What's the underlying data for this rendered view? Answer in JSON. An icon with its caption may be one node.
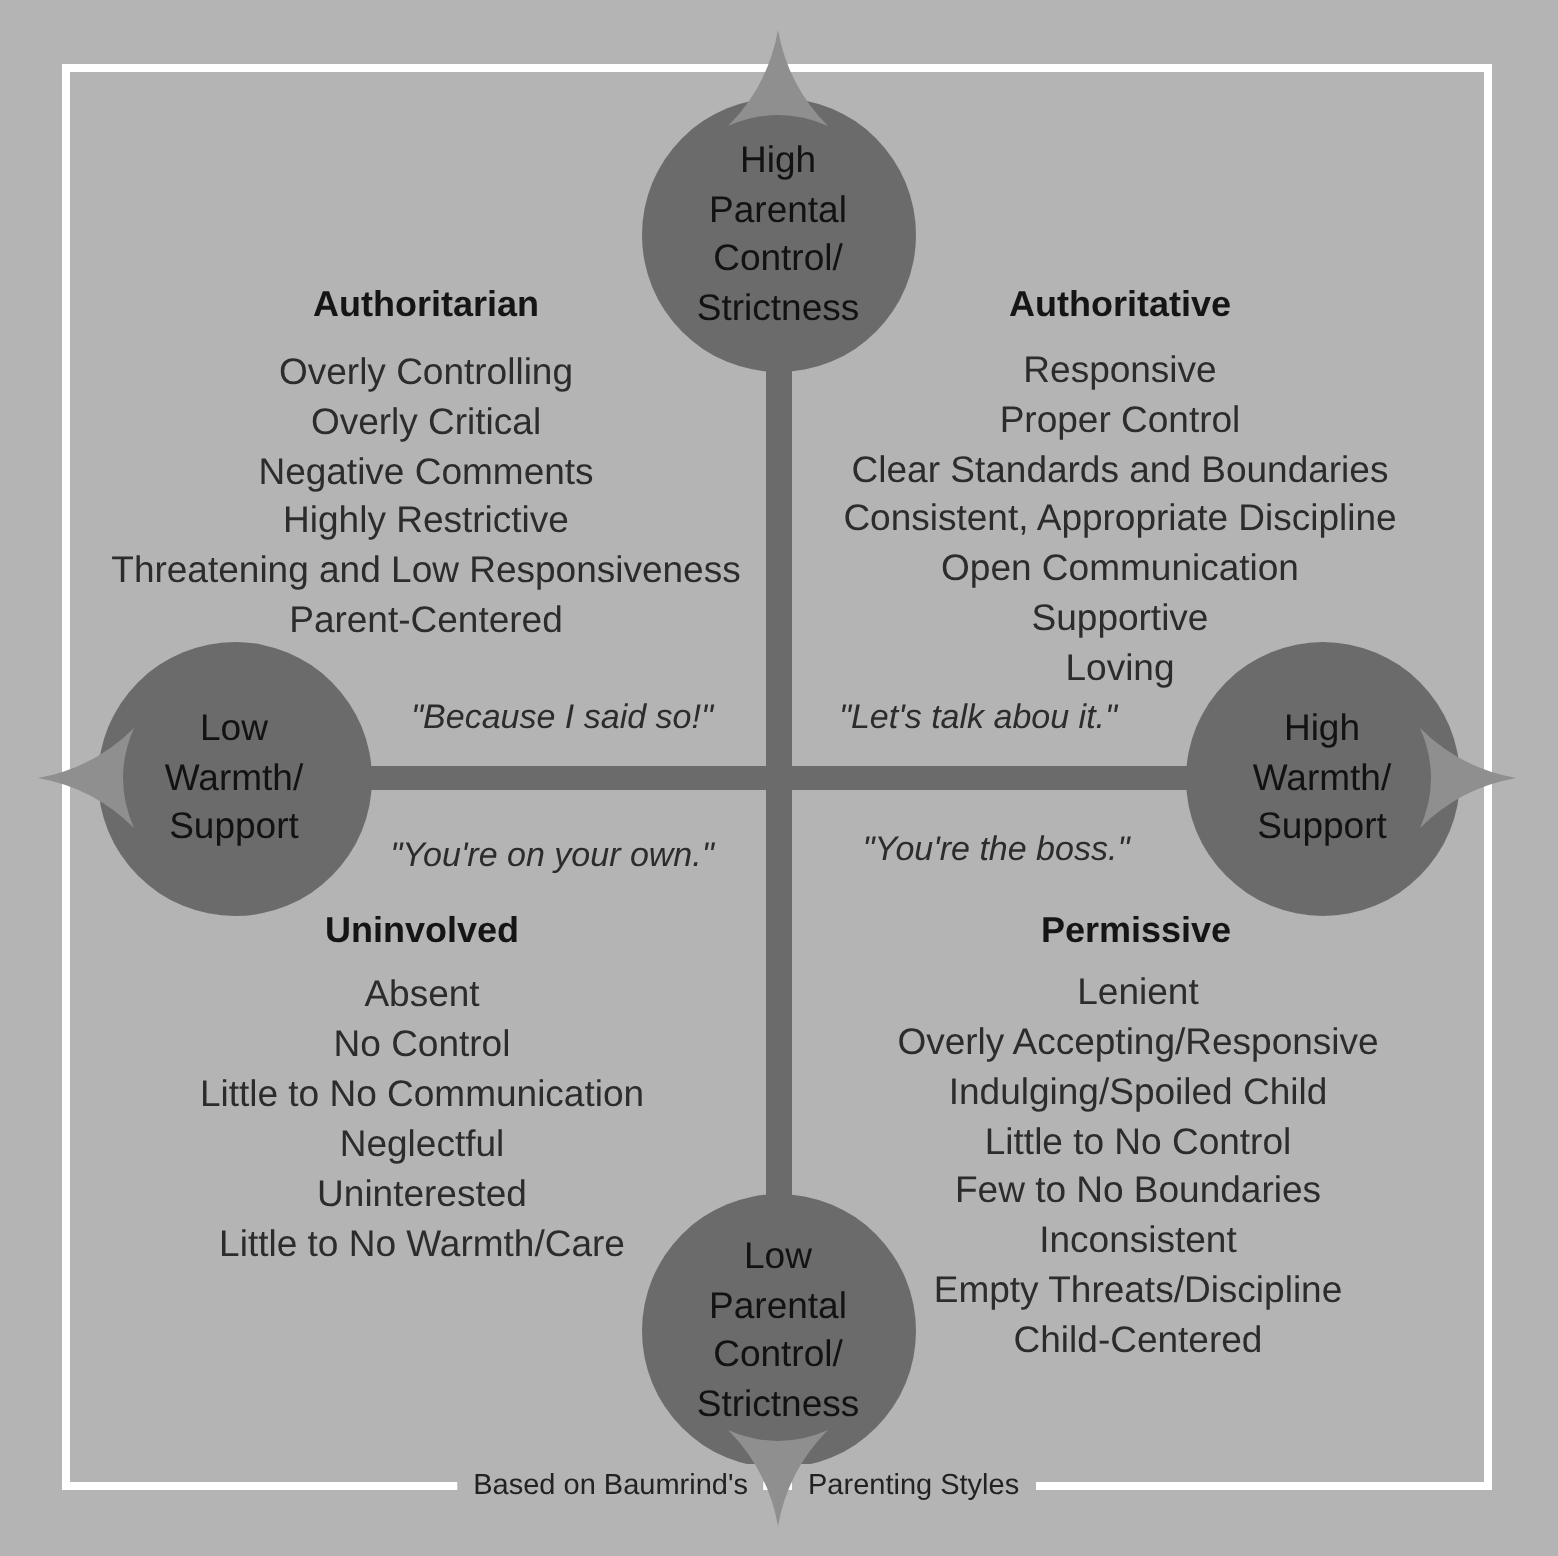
{
  "diagram": {
    "nodes": [
      {
        "text": [
          "High Parental Control/ Strictness"
        ]
      },
      {
        "text": [
          "Low Warmth/ Support"
        ]
      },
      {
        "text": [
          "High Warmth/ Support"
        ]
      },
      {
        "text": [
          "Low Parental Control/ Strictness"
        ]
      }
    ],
    "labels": [
      "Authoritarian",
      "Overly Controlling",
      "Overly Critical",
      "Negative Comments",
      "Highly Restrictive",
      "Threatening and Low Responsiveness",
      "Parent-Centered",
      "Authoritative",
      "Responsive",
      "Proper Control",
      "Clear Standards and Boundaries",
      "Consistent, Appropriate Discipline",
      "Open Communication",
      "Supportive",
      "Loving",
      "\"Because I said so!\"",
      "\"Let's talk abou it.\"",
      "\"You're on your own.\"",
      "\"You're the boss.\"",
      "Uninvolved",
      "Absent",
      "No Control",
      "Little to No Communication",
      "Neglectful",
      "Uninterested",
      "Little to No Warmth/Care",
      "Permissive",
      "Lenient",
      "Overly Accepting/Responsive",
      "Indulging/Spoiled Child",
      "Little to No Control",
      "Few to No Boundaries",
      "Inconsistent",
      "Empty Threats/Discipline",
      "Child-Centered",
      "Based on Baumrind's",
      "Parenting Styles"
    ]
  }
}
